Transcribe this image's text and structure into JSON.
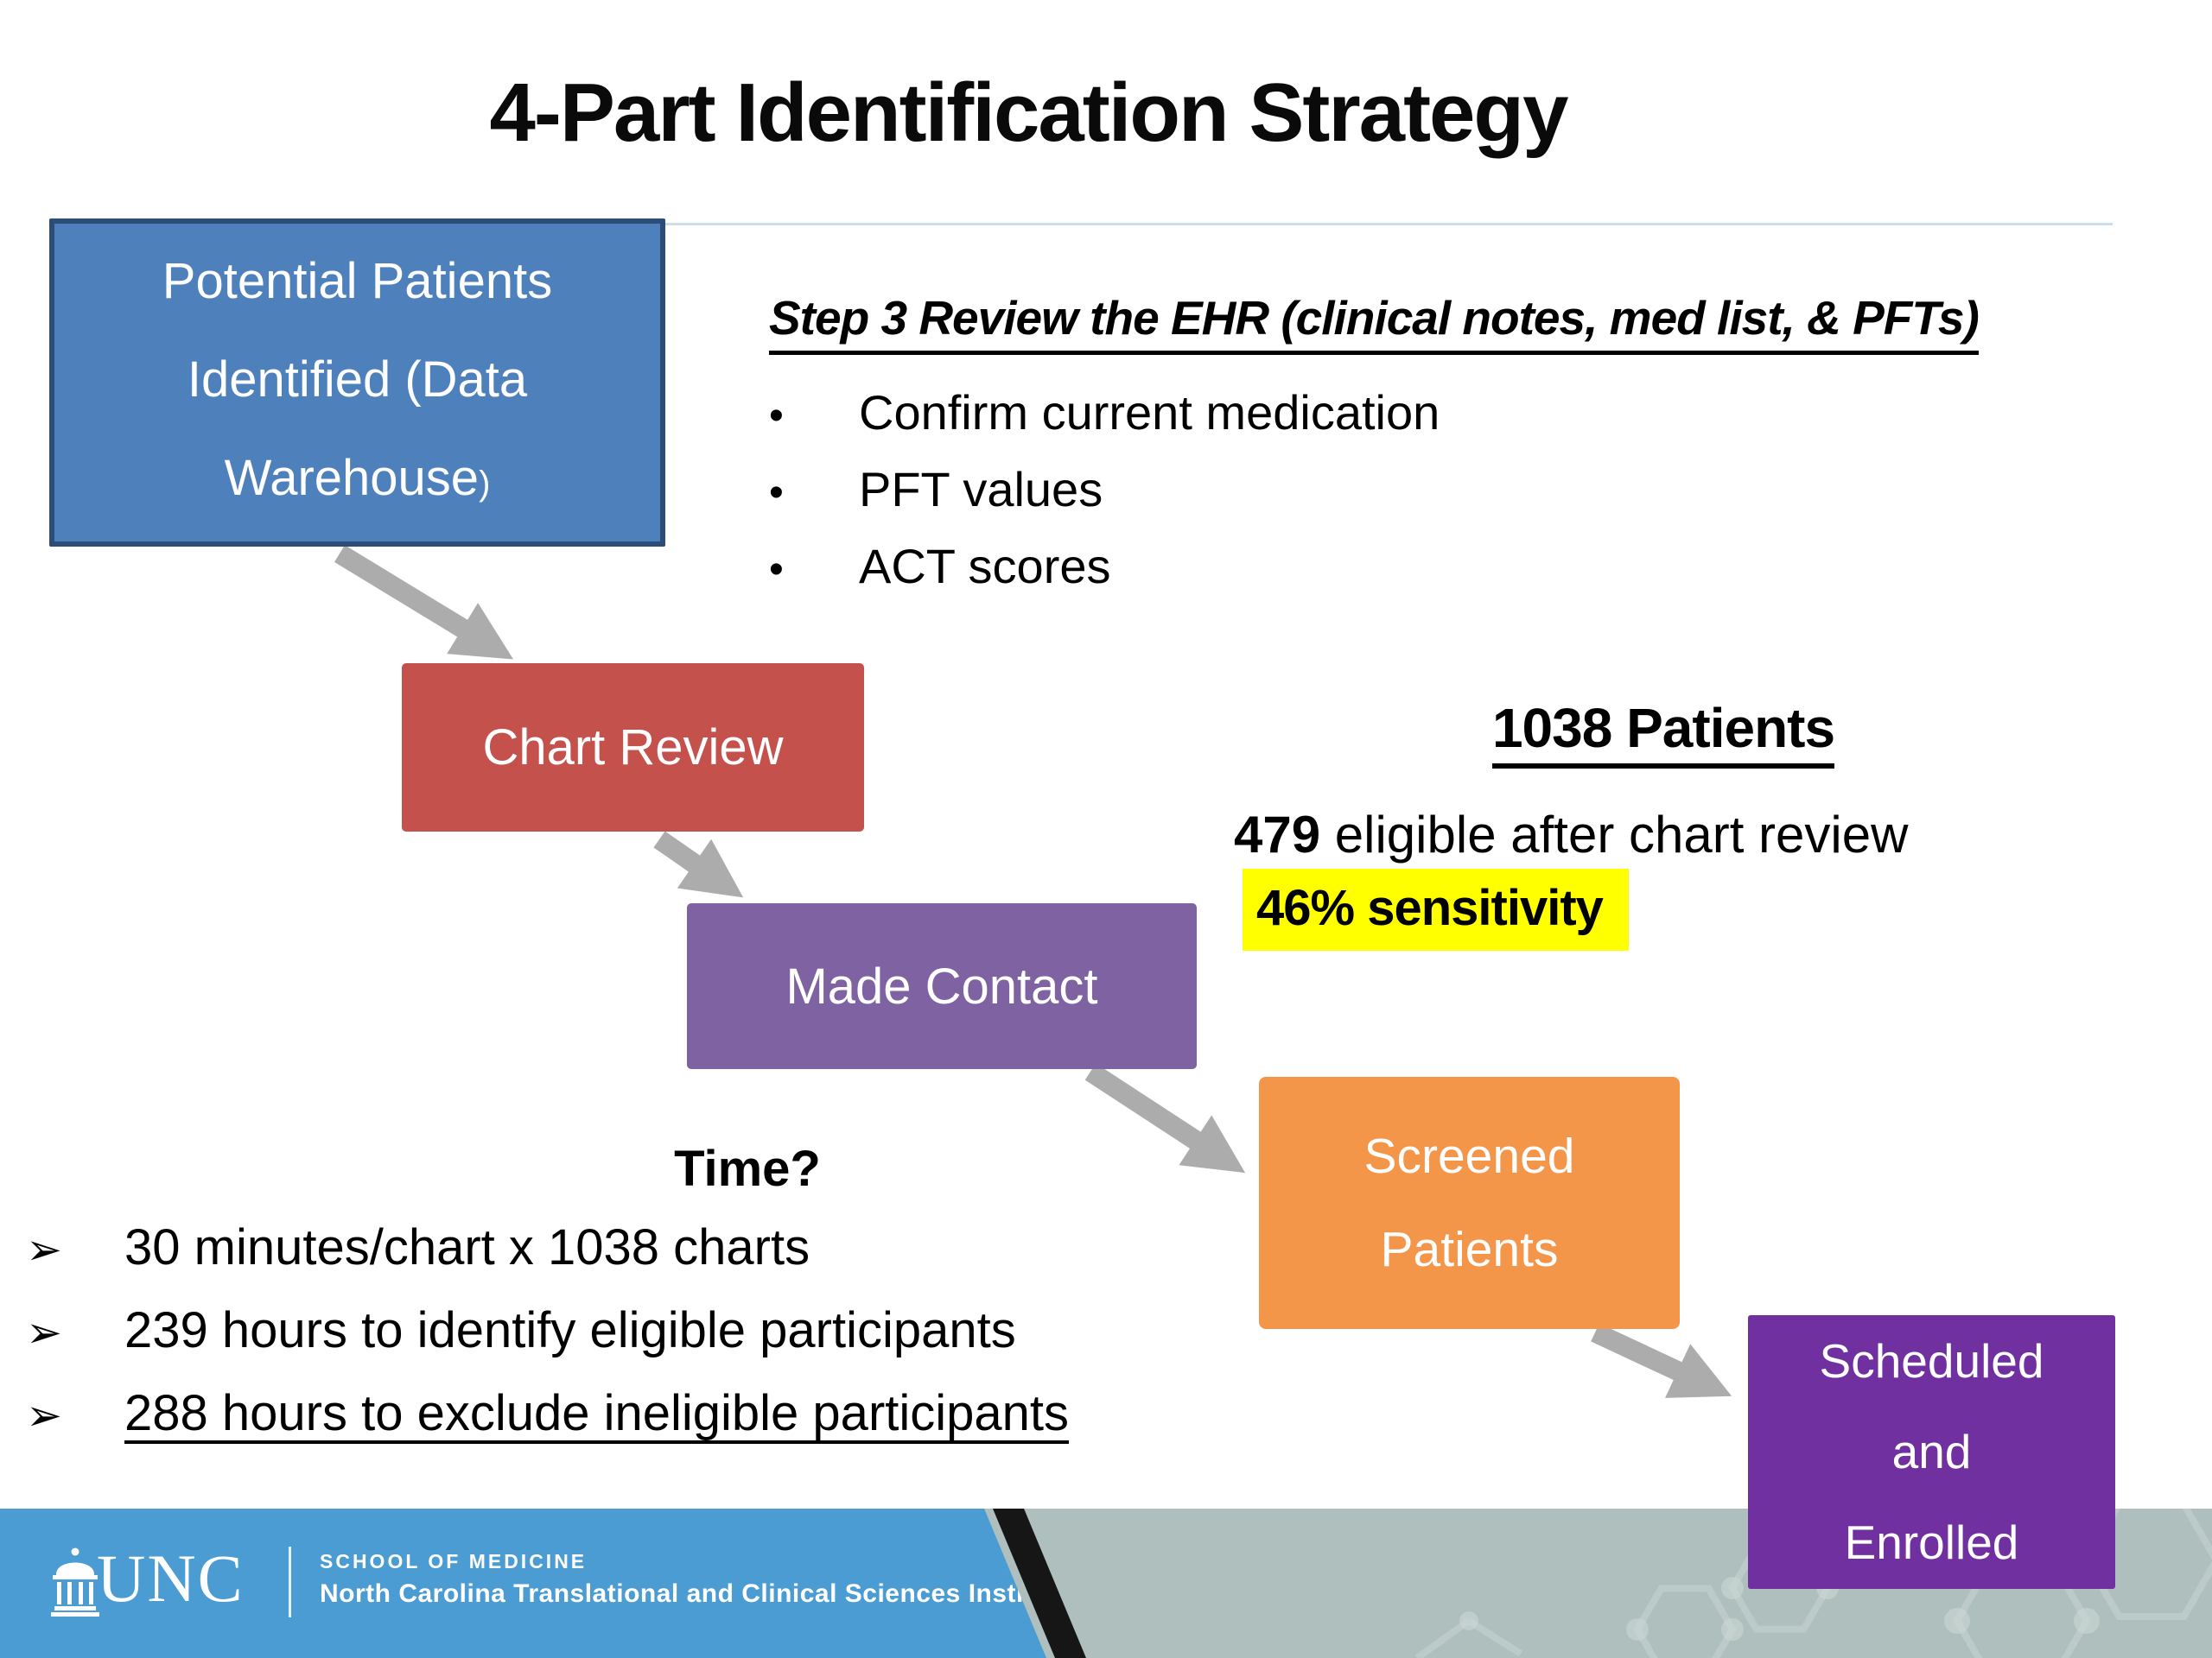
{
  "palette": {
    "slide_background": "#ffffff",
    "title_text": "#0a0a0a",
    "divider_hairline": "#cbdeee",
    "box_potential_fill": "#4e80bc",
    "box_potential_border": "#2c4d77",
    "box_chart_review_fill": "#c4514c",
    "box_made_contact_fill": "#7e62a1",
    "box_screened_fill": "#f4964a",
    "box_scheduled_fill": "#7030a0",
    "arrow_gray": "#acacac",
    "highlight_yellow": "#ffff00",
    "footer_blue": "#4c9cd4",
    "footer_gray": "#aebfbd",
    "footer_stripe_black": "#161616"
  },
  "title": {
    "text": "4-Part Identification Strategy"
  },
  "flow": {
    "potential": {
      "lines": [
        "Potential Patients",
        "Identified (Data",
        "Warehouse"
      ],
      "paren": ")"
    },
    "chart_review": {
      "label": "Chart Review"
    },
    "made_contact": {
      "label": "Made Contact"
    },
    "screened": {
      "lines": [
        "Screened",
        "Patients"
      ]
    },
    "scheduled": {
      "lines": [
        "Scheduled",
        "and",
        "Enrolled"
      ]
    }
  },
  "step3": {
    "heading": "Step 3 Review the EHR (clinical notes, med list, & PFTs)",
    "bullet_char": "•",
    "bullets": [
      "Confirm current medication",
      "PFT values",
      "ACT scores"
    ]
  },
  "stats": {
    "heading": "1038 Patients",
    "eligible_value": "479",
    "eligible_rest": " eligible after chart review",
    "highlight": "46% sensitivity"
  },
  "time": {
    "heading": "Time?",
    "bullet_char": "➢",
    "items": [
      "30 minutes/chart x 1038 charts",
      "239 hours to identify eligible participants",
      "288 hours to exclude ineligible participants"
    ]
  },
  "footer": {
    "unc": "UNC",
    "school": "SCHOOL OF MEDICINE",
    "institute": "North Carolina Translational and Clinical Sciences Institute"
  }
}
